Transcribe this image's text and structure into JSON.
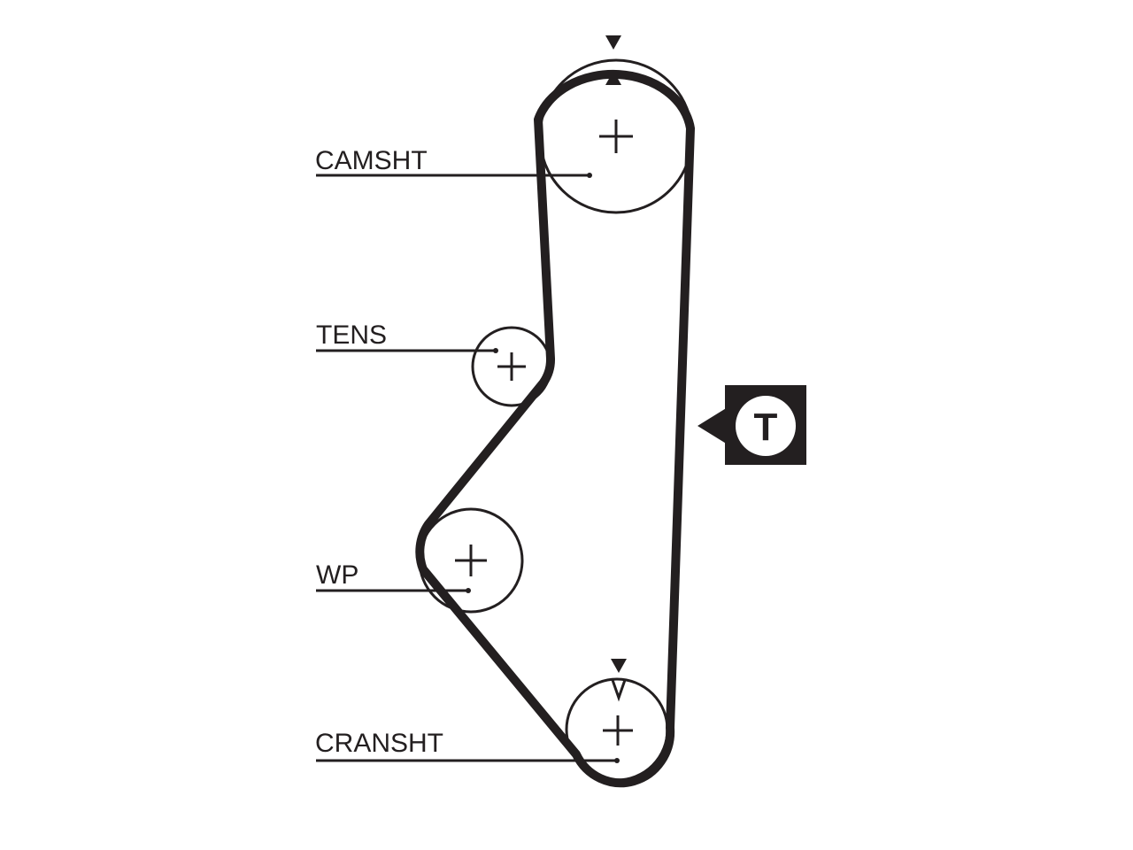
{
  "diagram": {
    "labels": {
      "camshaft": "CAMSHT",
      "tensioner": "TENS",
      "water_pump": "WP",
      "crankshaft": "CRANSHT"
    },
    "tension_badge": "T",
    "colors": {
      "ink": "#231f20",
      "background": "#ffffff"
    }
  }
}
